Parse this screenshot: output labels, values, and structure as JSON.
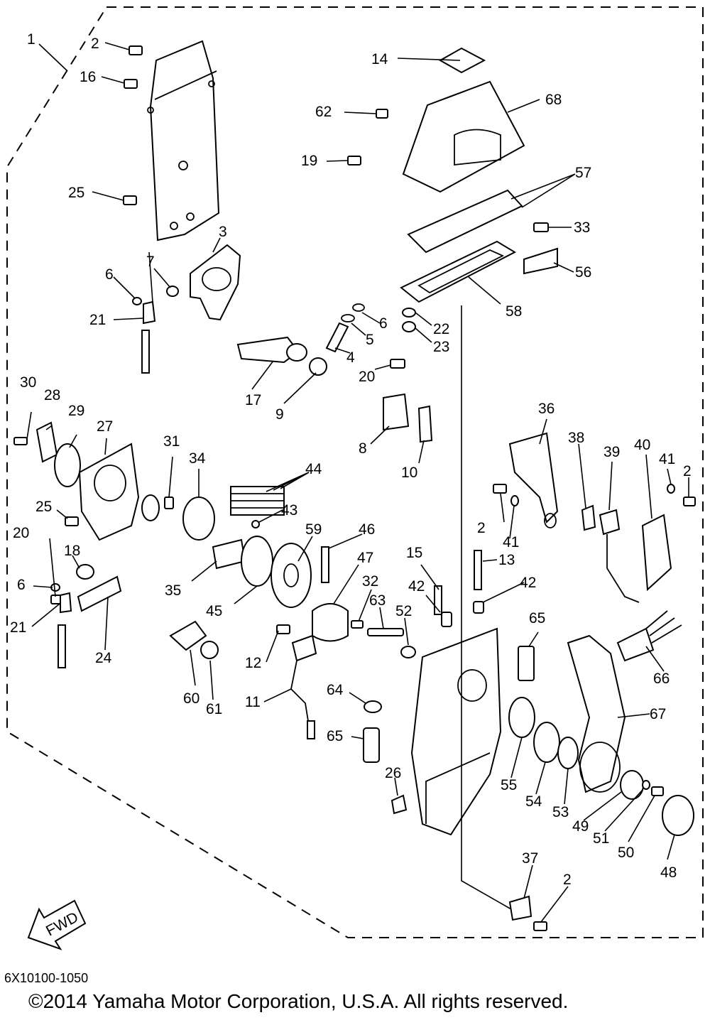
{
  "diagram": {
    "part_callouts": [
      "1",
      "2",
      "3",
      "4",
      "5",
      "6",
      "7",
      "8",
      "9",
      "10",
      "11",
      "12",
      "13",
      "14",
      "15",
      "16",
      "17",
      "18",
      "19",
      "20",
      "21",
      "22",
      "23",
      "24",
      "25",
      "26",
      "27",
      "28",
      "29",
      "30",
      "31",
      "32",
      "33",
      "34",
      "35",
      "36",
      "37",
      "38",
      "39",
      "40",
      "41",
      "42",
      "43",
      "44",
      "45",
      "46",
      "47",
      "48",
      "49",
      "50",
      "51",
      "52",
      "53",
      "54",
      "55",
      "56",
      "57",
      "58",
      "59",
      "60",
      "61",
      "62",
      "63",
      "64",
      "65",
      "66",
      "67",
      "68"
    ],
    "direction_arrow_label": "FWD",
    "catalog_code": "6X10100-1050",
    "copyright": "©2014 Yamaha Motor Corporation, U.S.A. All rights reserved."
  }
}
